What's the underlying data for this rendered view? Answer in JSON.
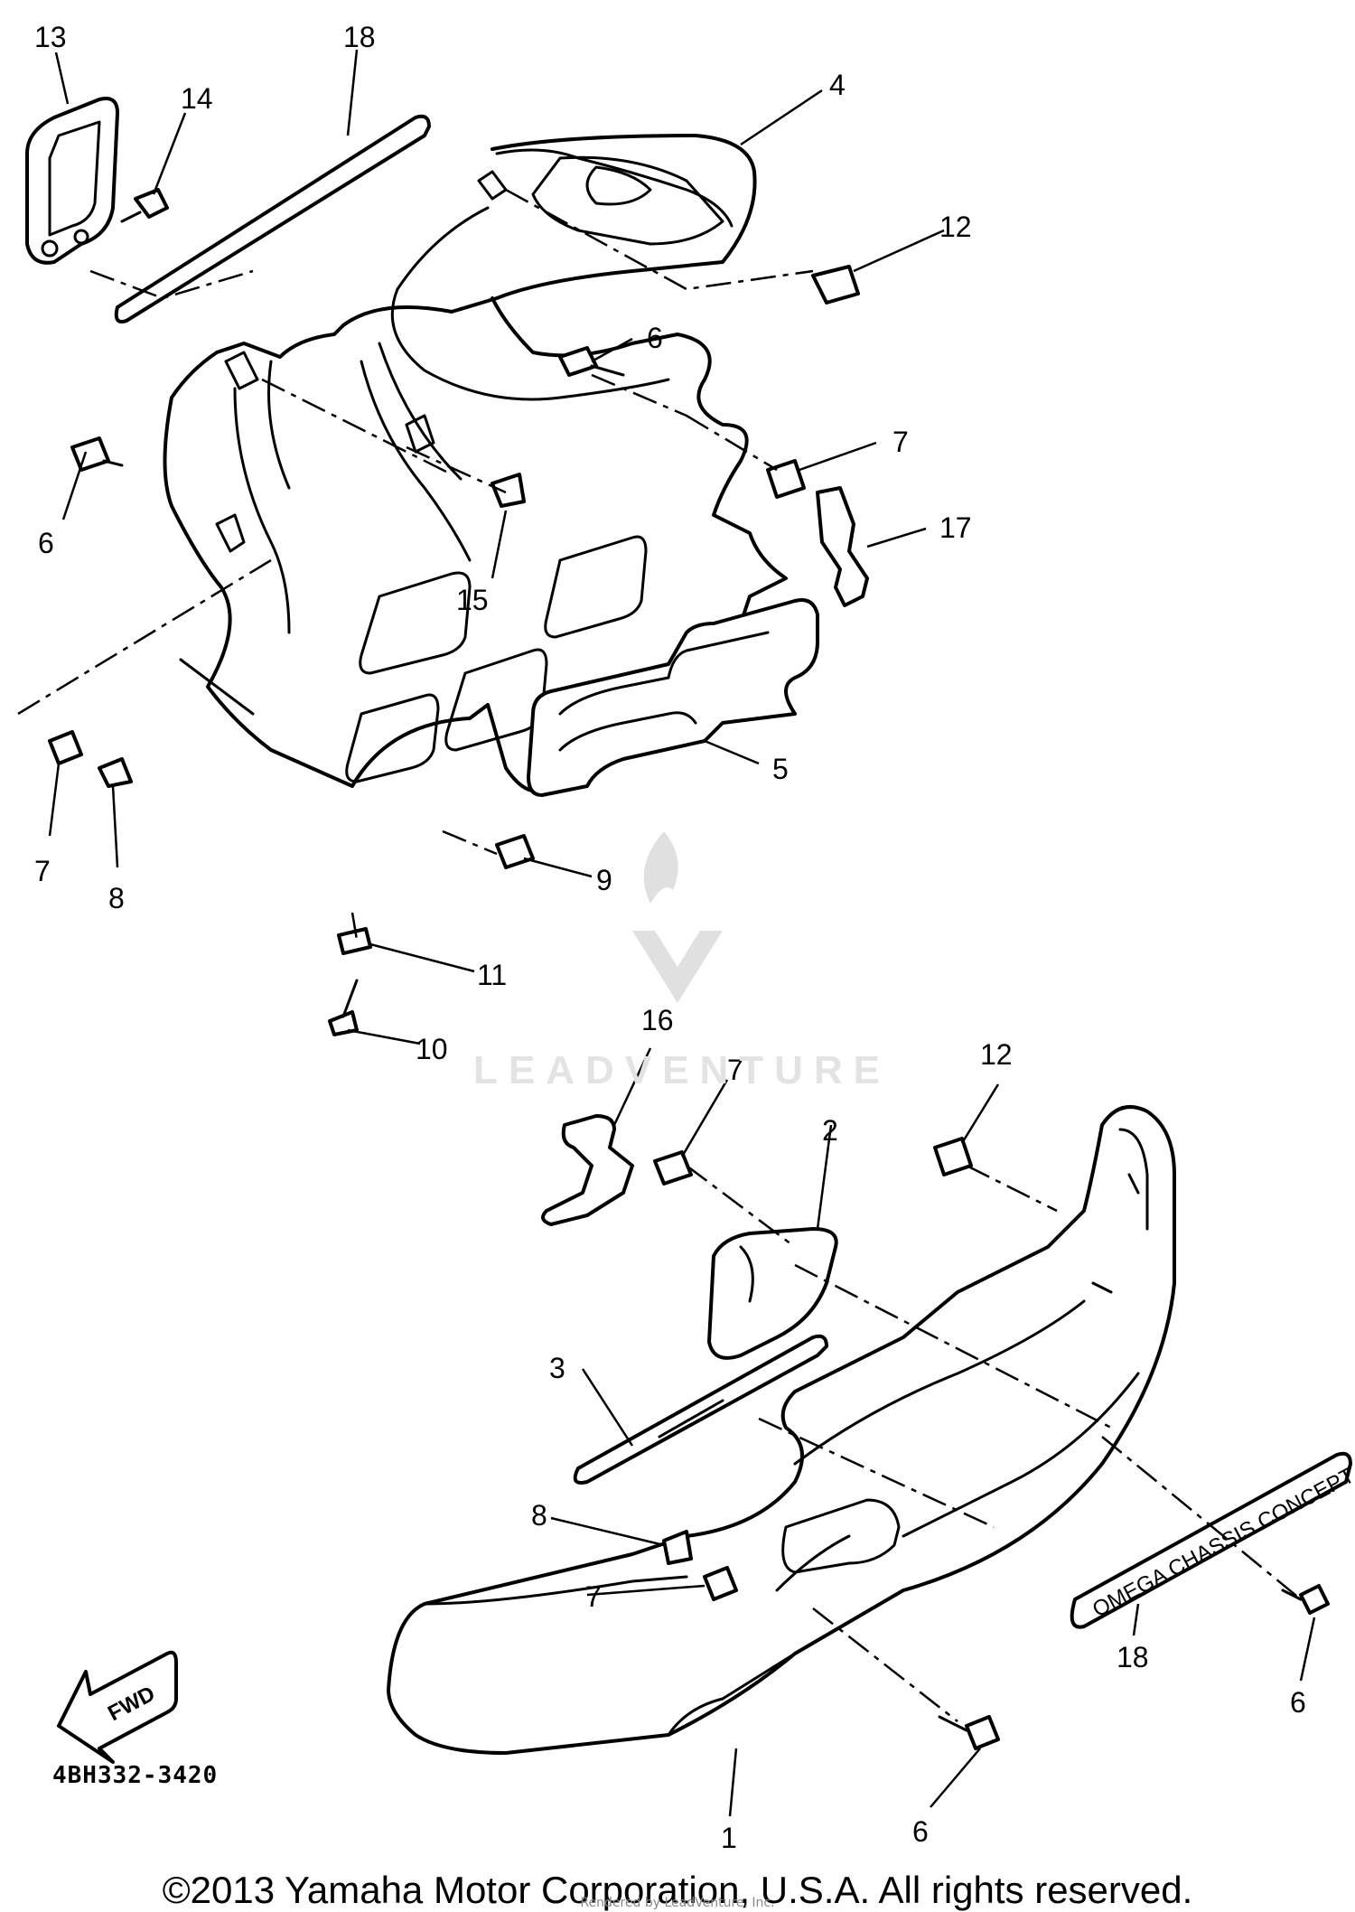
{
  "diagram_code": "4BH332-3420",
  "copyright": "©2013 Yamaha Motor Corporation, U.S.A. All rights reserved.",
  "rendered_by": "Rendered by LeadVenture, Inc.",
  "watermark": "LEADVENTURE",
  "fwd_label": "FWD",
  "decal_text": "OMEGA CHASSIS CONCEPT",
  "callouts": [
    "13",
    "18",
    "14",
    "4",
    "12",
    "6",
    "7",
    "6",
    "17",
    "15",
    "5",
    "7",
    "8",
    "9",
    "11",
    "10",
    "16",
    "7",
    "12",
    "2",
    "3",
    "8",
    "7",
    "18",
    "6",
    "6",
    "1"
  ]
}
